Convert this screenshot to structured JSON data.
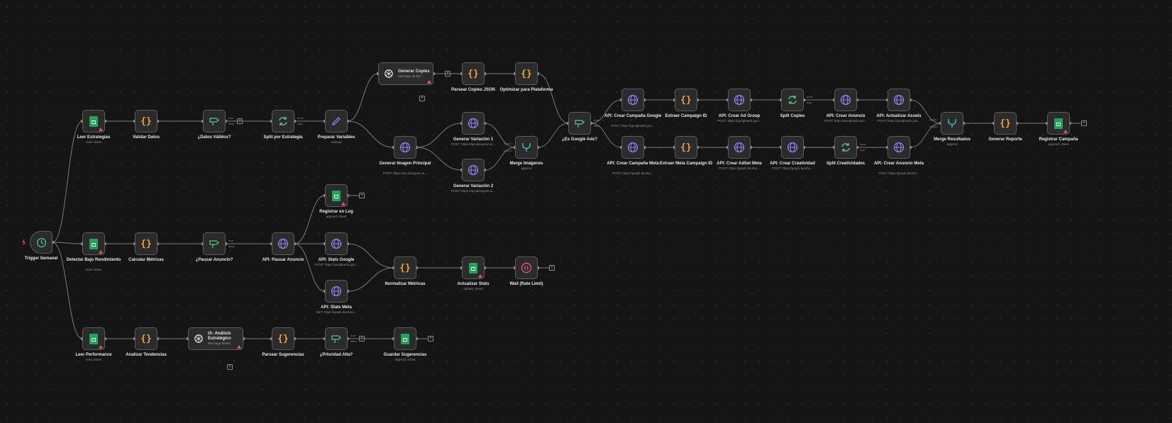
{
  "app": {
    "title": "Workflow editor"
  },
  "colors": {
    "canvas": "#151515",
    "node_bg": "#2b2b2b",
    "node_border": "#5c5c5c",
    "edge": "#7a7a7a",
    "code_orange": "#f0a03c",
    "if_green": "#59c285",
    "sheets_green": "#22a559",
    "http_purple": "#8c80f0",
    "merge_cyan": "#3bc7d6",
    "wait_red": "#e0566a",
    "warning": "#e0566a"
  },
  "nodes": [
    {
      "id": "trigger",
      "label": "Trigger Semanal",
      "sub": "",
      "icon": "clock-icon"
    },
    {
      "id": "leer_estrategias",
      "label": "Leer Estrategias",
      "sub": "read: sheet",
      "icon": "sheets-icon"
    },
    {
      "id": "validar_datos",
      "label": "Validar Datos",
      "sub": "",
      "icon": "code-icon"
    },
    {
      "id": "datos_validos",
      "label": "¿Datos Válidos?",
      "sub": "",
      "icon": "if-icon"
    },
    {
      "id": "split_estrategia",
      "label": "Split por Estrategia",
      "sub": "",
      "icon": "split-icon"
    },
    {
      "id": "preparar_variables",
      "label": "Preparar Variables",
      "sub": "manual",
      "icon": "pencil-icon"
    },
    {
      "id": "generar_copies",
      "label": "Generar Copies",
      "sub": "Message Model",
      "icon": "openai-icon"
    },
    {
      "id": "parsear_copies",
      "label": "Parsear Copies JSON",
      "sub": "",
      "icon": "code-icon"
    },
    {
      "id": "optimizar",
      "label": "Optimizar para Plataforma",
      "sub": "",
      "icon": "code-icon"
    },
    {
      "id": "generar_imagen",
      "label": "Generar Imagen Principal",
      "sub": "POST: https://api.ideogram.ai...",
      "icon": "globe-icon"
    },
    {
      "id": "variacion_1",
      "label": "Generar Variación 1",
      "sub": "POST: https://api.ideogram.ai...",
      "icon": "globe-icon"
    },
    {
      "id": "variacion_2",
      "label": "Generar Variación 2",
      "sub": "POST: https://api.ideogram.ai...",
      "icon": "globe-icon"
    },
    {
      "id": "merge_imagenes",
      "label": "Merge Imágenes",
      "sub": "append",
      "icon": "merge-icon"
    },
    {
      "id": "es_google",
      "label": "¿Es Google Ads?",
      "sub": "",
      "icon": "if-icon"
    },
    {
      "id": "crear_campana_google",
      "label": "API: Crear Campaña Google",
      "sub": "POST: https://googleads.goo...",
      "icon": "globe-icon"
    },
    {
      "id": "extraer_campaign_id",
      "label": "Extraer Campaign ID",
      "sub": "",
      "icon": "code-icon"
    },
    {
      "id": "crear_ad_group",
      "label": "API: Crear Ad Group",
      "sub": "POST: https://googleads.goo...",
      "icon": "globe-icon"
    },
    {
      "id": "split_copies",
      "label": "Split Copies",
      "sub": "",
      "icon": "split-icon"
    },
    {
      "id": "crear_anuncio",
      "label": "API: Crear Anuncio",
      "sub": "POST: https://googleads.goo...",
      "icon": "globe-icon"
    },
    {
      "id": "actualizar_assets",
      "label": "API: Actualizar Assets",
      "sub": "POST: https://googleads.goo...",
      "icon": "globe-icon"
    },
    {
      "id": "crear_campana_meta",
      "label": "API: Crear Campaña Meta",
      "sub": "POST: https://graph.facebo...",
      "icon": "globe-icon"
    },
    {
      "id": "extraer_meta_id",
      "label": "Extraer Meta Campaign ID",
      "sub": "",
      "icon": "code-icon"
    },
    {
      "id": "crear_adset",
      "label": "API: Crear AdSet Meta",
      "sub": "POST: https://graph.facebo...",
      "icon": "globe-icon"
    },
    {
      "id": "crear_creatividad",
      "label": "API: Crear Creatividad",
      "sub": "POST: https://graph.facebo...",
      "icon": "globe-icon"
    },
    {
      "id": "split_creatividades",
      "label": "Split Creatividades",
      "sub": "",
      "icon": "split-icon"
    },
    {
      "id": "crear_anuncio_meta",
      "label": "API: Crear Anuncio Meta",
      "sub": "POST: https://graph.facebo...",
      "icon": "globe-icon"
    },
    {
      "id": "merge_resultados",
      "label": "Merge Resultados",
      "sub": "append",
      "icon": "merge-icon"
    },
    {
      "id": "generar_reporte",
      "label": "Generar Reporte",
      "sub": "",
      "icon": "code-icon"
    },
    {
      "id": "registrar_campana",
      "label": "Registrar Campaña",
      "sub": "append: sheet",
      "icon": "sheets-icon"
    },
    {
      "id": "detectar_bajo",
      "label": "Detectar Bajo Rendimiento",
      "sub": "read: sheet",
      "icon": "sheets-icon"
    },
    {
      "id": "calcular_metricas",
      "label": "Calcular Métricas",
      "sub": "",
      "icon": "code-icon"
    },
    {
      "id": "pausar_anuncio_if",
      "label": "¿Pausar Anuncio?",
      "sub": "",
      "icon": "if-icon"
    },
    {
      "id": "api_pausar",
      "label": "API: Pausar Anuncio",
      "sub": "",
      "icon": "globe-icon"
    },
    {
      "id": "registrar_log",
      "label": "Registrar en Log",
      "sub": "append: sheet",
      "icon": "sheets-icon"
    },
    {
      "id": "stats_google",
      "label": "API: Stats Google",
      "sub": "POST: https://googleads.goo...",
      "icon": "globe-icon"
    },
    {
      "id": "stats_meta",
      "label": "API: Stats Meta",
      "sub": "GET: https://graph.faceboo...",
      "icon": "globe-icon"
    },
    {
      "id": "normalizar",
      "label": "Normalizar Métricas",
      "sub": "",
      "icon": "code-icon"
    },
    {
      "id": "actualizar_stats",
      "label": "Actualizar Stats",
      "sub": "update: sheet",
      "icon": "sheets-icon"
    },
    {
      "id": "wait",
      "label": "Wait (Rate Limit)",
      "sub": "",
      "icon": "pause-icon"
    },
    {
      "id": "leer_performance",
      "label": "Leer Performance",
      "sub": "read: sheet",
      "icon": "sheets-icon"
    },
    {
      "id": "analizar_tendencias",
      "label": "Analizar Tendencias",
      "sub": "",
      "icon": "code-icon"
    },
    {
      "id": "ia_analisis",
      "label": "IA: Análisis Estratégico",
      "sub": "Message Model",
      "icon": "openai-icon"
    },
    {
      "id": "parsear_sugerencias",
      "label": "Parsear Sugerencias",
      "sub": "",
      "icon": "code-icon"
    },
    {
      "id": "prioridad_alta",
      "label": "¿Prioridad Alta?",
      "sub": "",
      "icon": "if-icon"
    },
    {
      "id": "guardar_sugerencias",
      "label": "Guardar Sugerencias",
      "sub": "append: sheet",
      "icon": "sheets-icon"
    }
  ],
  "port_labels": {
    "true": "true",
    "false": "false",
    "loop": "loop",
    "done": "done",
    "model": "Model",
    "input1": "Input 1",
    "input2": "Input 2",
    "other": "Other"
  }
}
